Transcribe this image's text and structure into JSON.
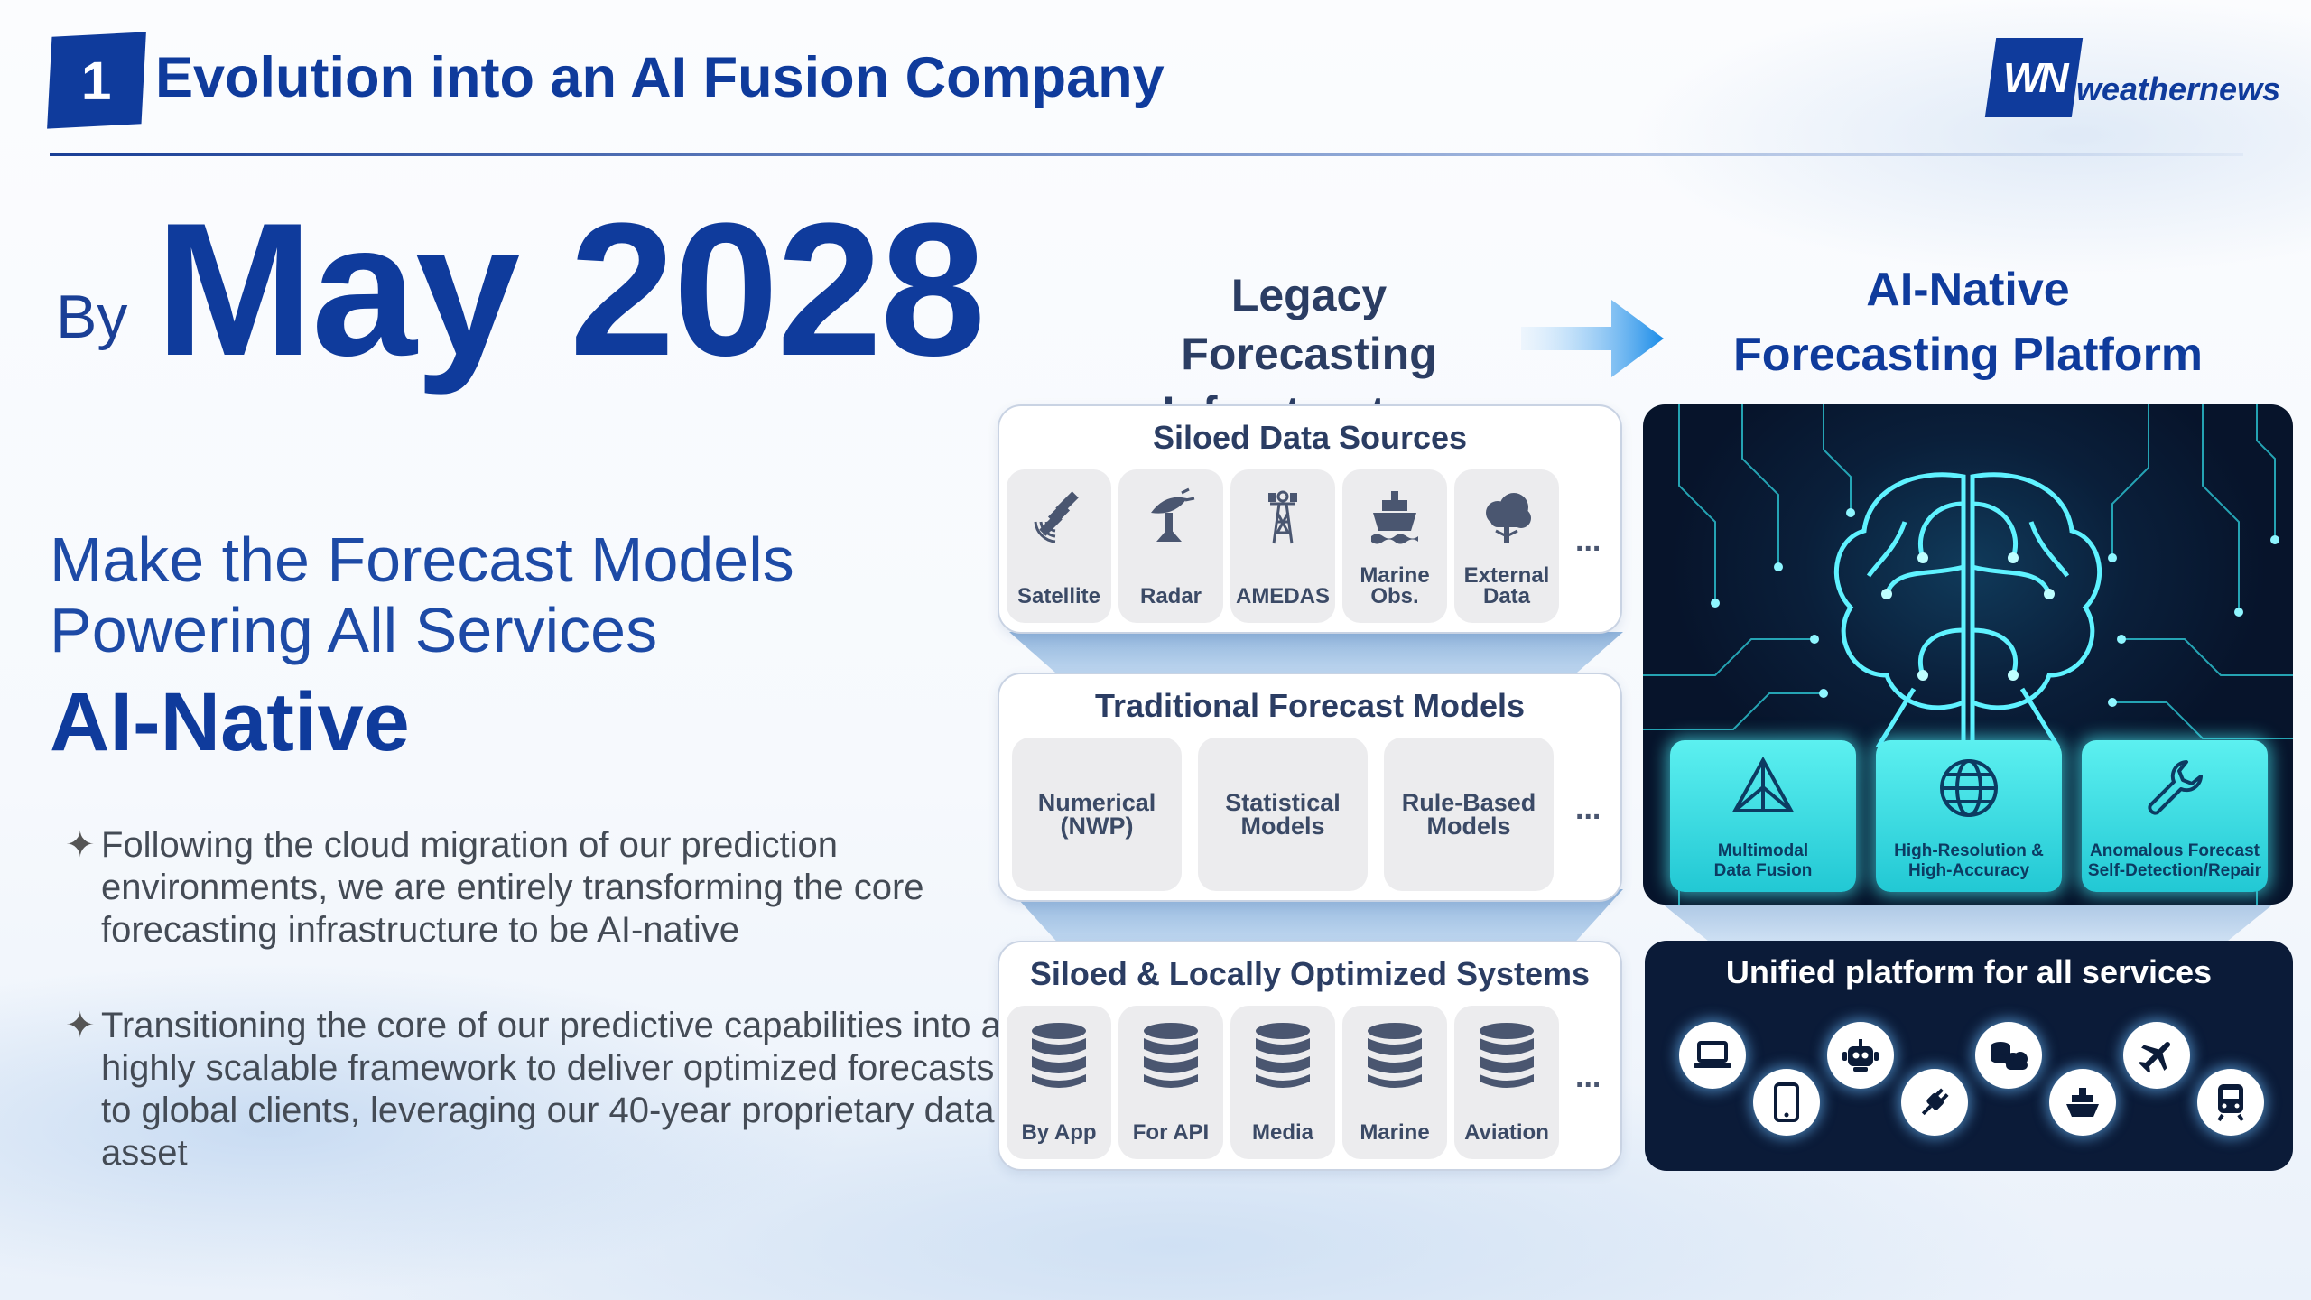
{
  "header": {
    "section_number": "1",
    "title": "Evolution into an AI Fusion Company",
    "logo_mark": "WN",
    "logo_text": "weathernews"
  },
  "hero": {
    "by": "By",
    "date": "May 2028",
    "mission_line1": "Make the Forecast Models",
    "mission_line2": "Powering All Services",
    "emphasis": "AI-Native"
  },
  "bullets": [
    {
      "star": "✦",
      "text": "Following the cloud migration of our prediction environments, we are entirely transforming the core forecasting infrastructure to be AI-native"
    },
    {
      "star": "✦",
      "text": "Transitioning the core of our predictive capabilities into a highly scalable framework to deliver optimized forecasts to global clients, leveraging our 40-year proprietary data asset"
    }
  ],
  "transition": {
    "from_line1": "Legacy Forecasting",
    "from_line2": "Infrastructure",
    "to_line1": "AI-Native",
    "to_line2": "Forecasting Platform"
  },
  "legacy": {
    "data_sources": {
      "title": "Siloed Data Sources",
      "items": [
        {
          "label": "Satellite",
          "icon": "satellite-icon"
        },
        {
          "label": "Radar",
          "icon": "radar-icon"
        },
        {
          "label": "AMEDAS",
          "icon": "weather-station-icon"
        },
        {
          "label": "Marine\nObs.",
          "icon": "ship-icon"
        },
        {
          "label": "External\nData",
          "icon": "cloud-tree-icon"
        }
      ],
      "more": "..."
    },
    "models": {
      "title": "Traditional Forecast Models",
      "items": [
        {
          "label": "Numerical\n(NWP)"
        },
        {
          "label": "Statistical\nModels"
        },
        {
          "label": "Rule-Based\nModels"
        }
      ],
      "more": "..."
    },
    "systems": {
      "title": "Siloed & Locally Optimized Systems",
      "items": [
        {
          "label": "By App",
          "icon": "database-icon"
        },
        {
          "label": "For API",
          "icon": "database-icon"
        },
        {
          "label": "Media",
          "icon": "database-icon"
        },
        {
          "label": "Marine",
          "icon": "database-icon"
        },
        {
          "label": "Aviation",
          "icon": "database-icon"
        }
      ],
      "more": "..."
    }
  },
  "ai_platform": {
    "capabilities": [
      {
        "label": "Multimodal\nData Fusion",
        "icon": "prism-icon"
      },
      {
        "label": "High-Resolution &\nHigh-Accuracy",
        "icon": "globe-icon"
      },
      {
        "label": "Anomalous Forecast\nSelf-Detection/Repair",
        "icon": "wrench-icon"
      }
    ],
    "unified_title": "Unified platform for all services",
    "services": [
      "laptop-icon",
      "smartphone-icon",
      "robot-icon",
      "plug-icon",
      "cloud-data-icon",
      "ship-icon",
      "airplane-icon",
      "train-icon"
    ]
  },
  "colors": {
    "brand_blue": "#0f3b9c",
    "accent_cyan": "#3fe0e6",
    "dark_panel": "#0b1b38"
  }
}
